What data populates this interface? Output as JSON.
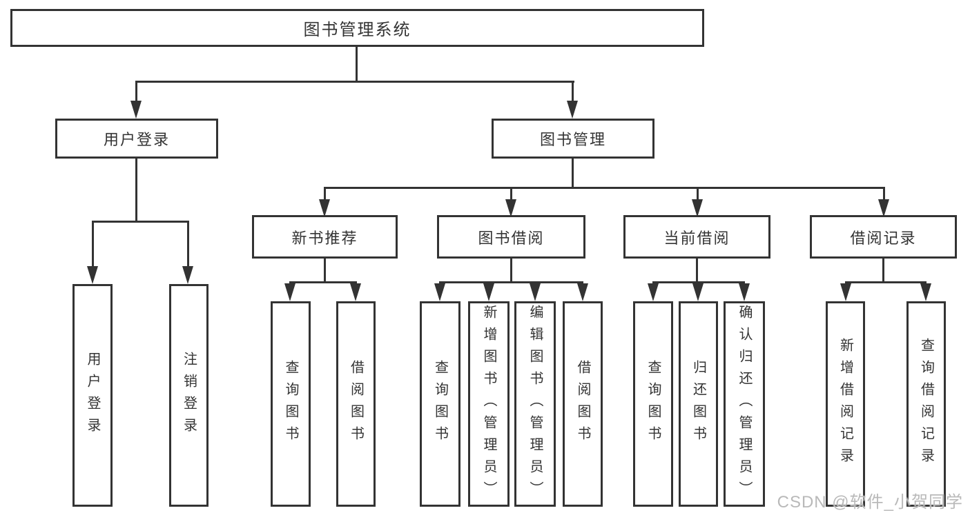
{
  "diagram_title": "图书管理系统",
  "tree": {
    "root": {
      "label": "图书管理系统"
    },
    "branches": [
      {
        "label": "用户登录",
        "children": [
          {
            "label": "用户登录"
          },
          {
            "label": "注销登录"
          }
        ]
      },
      {
        "label": "图书管理",
        "children": [
          {
            "label": "新书推荐",
            "children": [
              {
                "label": "查询图书"
              },
              {
                "label": "借阅图书"
              }
            ]
          },
          {
            "label": "图书借阅",
            "children": [
              {
                "label": "查询图书"
              },
              {
                "label": "新增图书（管理员）"
              },
              {
                "label": "编辑图书（管理员）"
              },
              {
                "label": "借阅图书"
              }
            ]
          },
          {
            "label": "当前借阅",
            "children": [
              {
                "label": "查询图书"
              },
              {
                "label": "归还图书"
              },
              {
                "label": "确认归还（管理员）"
              }
            ]
          },
          {
            "label": "借阅记录",
            "children": [
              {
                "label": "新增借阅记录"
              },
              {
                "label": "查询借阅记录"
              }
            ]
          }
        ]
      }
    ]
  },
  "watermark": "CSDN @软件_小贺同学",
  "colors": {
    "line": "#333333",
    "box_border": "#333333",
    "text": "#333333",
    "background": "#ffffff",
    "watermark": "#b9b9b9"
  }
}
